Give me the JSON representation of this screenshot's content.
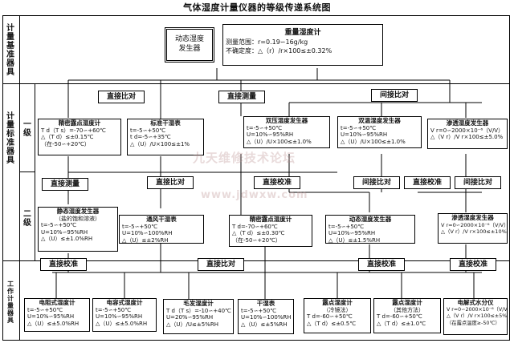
{
  "title": "气体湿度计量仪器的等级传递系统图",
  "sections": {
    "base": "计量基准器具",
    "std": "计量标准器具",
    "level1": "一级",
    "level2": "二级",
    "work": "工作计量器具"
  },
  "top": {
    "generator": [
      "动态湿度",
      "发生器"
    ],
    "gravimetric": {
      "title": "重量湿度计",
      "range": "测量范围：r=0.19∽16g/kg",
      "uncert": "不确定度：△（r）/r×100≤±0.32%"
    }
  },
  "labels": {
    "a1": "直接比对",
    "a2": "直接测量",
    "a3": "间接比对",
    "b1": "直接测量",
    "b2": "直接比对",
    "b3": "直接校准",
    "b4": "间接比对",
    "b5": "直接校准",
    "b6": "间接比对",
    "c1": "直接校准",
    "c2": "直接比对",
    "c3": "直接校准",
    "c4": "直接校准"
  },
  "level1": [
    {
      "title": "精密露点湿度计",
      "lines": [
        "T d（T s）=-70∽+60℃",
        "△（T d）≤±0.15℃",
        "（在-50∽+20℃）"
      ]
    },
    {
      "title": "标准干湿表",
      "lines": [
        "t=-5∽+50℃",
        "t d=-5∽+35℃",
        "△（U）/U×100≤±1%"
      ]
    },
    {
      "title": "双压湿度发生器",
      "lines": [
        "t=-5∽+50℃",
        "U=10%∽95%RH",
        "△（U）/U×100≤±1.0%"
      ]
    },
    {
      "title": "双温湿度发生器",
      "lines": [
        "t=-5∽+50℃",
        "U=10%∽95%RH",
        "△（U）/U×100≤±1.0%"
      ]
    },
    {
      "title": "渗透湿度发生器",
      "lines": [
        "V r=0∽2000×10⁻⁶（V/V）",
        "△（V r）/V r×100≤±5.0%"
      ]
    }
  ],
  "level2": [
    {
      "title": "静态湿度发生器",
      "lines": [
        "（盐的饱和溶液）",
        "t=-5∽+50℃",
        "U=10%∽95%RH",
        "△（U）≤±1.0%RH"
      ]
    },
    {
      "title": "通风干湿表",
      "lines": [
        "t=-5∽+50℃",
        "U=10%∽100%RH",
        "△（U）≤±2%RH"
      ]
    },
    {
      "title": "精密露点湿度计",
      "lines": [
        "T d=-70∽+60℃",
        "△（T d）≤±0.30℃",
        "（在-50∽+20℃）"
      ]
    },
    {
      "title": "动态湿度发生器",
      "lines": [
        "t=-5∽+50℃",
        "U=10%∽95%RH",
        "△（U）≤±1.5%RH"
      ]
    },
    {
      "title": "渗透湿度发生器",
      "lines": [
        "V r=0∽2000×10⁻⁶（V/V）",
        "△（V r）/V r×100≤±10%"
      ]
    }
  ],
  "work": [
    {
      "title": "电阻式湿度计",
      "lines": [
        "t=-5∽+50℃",
        "U=10%∽95%RH",
        "△（U）≤±5.0%RH"
      ]
    },
    {
      "title": "电容式湿度计",
      "lines": [
        "t=-5∽+50℃",
        "U=10%∽95%RH",
        "△（U）≤±5.0%RH"
      ]
    },
    {
      "title": "毛发湿度计",
      "lines": [
        "T d（T s）=-10∽+40℃",
        "U=20%∽95%RH",
        "△（U）/U≤±5%RH"
      ]
    },
    {
      "title": "干湿表",
      "lines": [
        "t=-5∽+50℃",
        "U=10%∽100%RH",
        "△（U）≤±5%RH"
      ]
    },
    {
      "title": "露点湿度计",
      "lines": [
        "（冷镜法）",
        "T d=-60∽+50℃",
        "△（T d）≤±0.5℃"
      ]
    },
    {
      "title": "露点湿度计",
      "lines": [
        "（其他方法）",
        "T d=-60∽+50℃",
        "△（T d）≤±1.0℃"
      ]
    },
    {
      "title": "电解式水分仪",
      "lines": [
        "V r=0∽2000×10⁻⁶（V/V）",
        "△（V r）/V r×100≤±5%",
        "（在露点温度≥-50℃）"
      ]
    }
  ],
  "watermark": [
    "九天维修技术论坛",
    "www.jdwxw.com"
  ]
}
